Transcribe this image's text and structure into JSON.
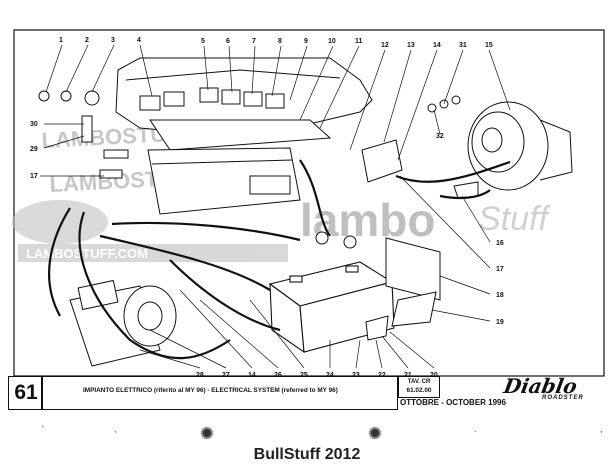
{
  "callouts": [
    "1",
    "2",
    "3",
    "4",
    "5",
    "6",
    "7",
    "8",
    "9",
    "10",
    "11",
    "12",
    "13",
    "14",
    "31",
    "15",
    "30",
    "29",
    "32",
    "17",
    "16",
    "17",
    "18",
    "19",
    "20",
    "21",
    "22",
    "23",
    "24",
    "25",
    "26",
    "14",
    "27",
    "28"
  ],
  "watermarks": {
    "primary": "LAMBOSTUFF.COM",
    "secondary": "LAMBOSTUFF.COM",
    "brand_main": "lambo",
    "brand_script": "Stuff",
    "brand_tagline": "LAMBOSTUFF.COM"
  },
  "title_block": {
    "page_number": "61",
    "title": "IMPIANTO ELETTRICO (riferito al MY 96) - ELECTRICAL SYSTEM (referred to MY 96)",
    "tav_label": "TAV. CR",
    "tav_value": "61.02.00",
    "date": "OTTOBRE - OCTOBER 1996",
    "logo_text": "Diablo",
    "logo_subtext": "ROADSTER"
  },
  "footer": "BullStuff 2012",
  "colors": {
    "line": "#111111",
    "watermark": "#9a9a9a",
    "paper": "#ffffff"
  }
}
